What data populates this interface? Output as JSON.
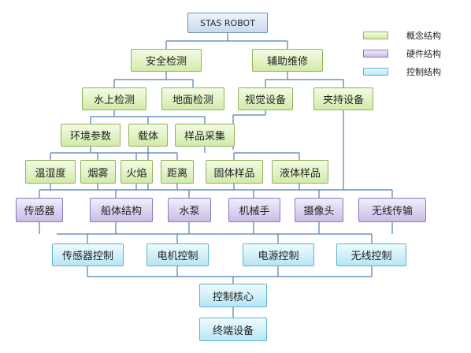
{
  "root": "STAS ROBOT",
  "level1": {
    "safety": "安全检测",
    "maintenance": "辅助维修"
  },
  "level2": {
    "water": "水上检测",
    "ground": "地面检测",
    "vision": "视觉设备",
    "clamp": "夹持设备"
  },
  "level3": {
    "env": "环境参数",
    "carrier": "载体",
    "sample": "样品采集"
  },
  "level4": {
    "humidity": "温湿度",
    "fog": "烟雾",
    "fire": "火焰",
    "distance": "距离",
    "solid": "固体样品",
    "liquid": "液体样品"
  },
  "hardware": {
    "sensor": "传感器",
    "hull": "船体结构",
    "pump": "水泵",
    "arm": "机械手",
    "camera": "摄像头",
    "wireless": "无线传输"
  },
  "control": {
    "sensor_ctrl": "传感器控制",
    "motor_ctrl": "电机控制",
    "power_ctrl": "电源控制",
    "wireless_ctrl": "无线控制"
  },
  "core": "控制核心",
  "terminal": "终端设备",
  "legend": {
    "concept": "概念结构",
    "hardware": "硬件结构",
    "control": "控制结构"
  },
  "colors": {
    "concept": "#d2ebaa",
    "hardware": "#c9bce6",
    "control": "#b7e6f4",
    "line": "#4f7fb0"
  }
}
